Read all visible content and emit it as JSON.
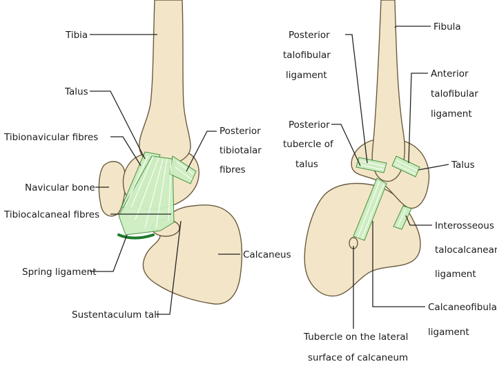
{
  "left_labels": {
    "tibia": "Tibia",
    "talus": "Talus",
    "tibionavicular": "Tibionavicular fibres",
    "navicular": "Navicular bone",
    "tibiocalcaneal": "Tibiocalcaneal fibres",
    "spring": "Spring ligament",
    "sustentaculum": "Sustentaculum tali",
    "posterior_tibiotalar": [
      "Posterior",
      "tibiotalar",
      "fibres"
    ],
    "calcaneus": "Calcaneus"
  },
  "right_labels": {
    "posterior_talofibular": [
      "Posterior",
      "talofibular",
      "ligament"
    ],
    "posterior_tubercle": [
      "Posterior",
      "tubercle of",
      "talus"
    ],
    "fibula": "Fibula",
    "anterior_talofibular": [
      "Anterior",
      "talofibular",
      "ligament"
    ],
    "talus": "Talus",
    "interosseous": [
      "Interosseous",
      "talocalcanean",
      "ligament"
    ],
    "calcaneofibular": [
      "Calcaneofibular",
      "ligament"
    ],
    "tubercle_lateral": [
      "Tubercle on the lateral",
      "surface of calcaneum"
    ]
  },
  "colors": {
    "bone": "#f3e6c8",
    "bone_outline": "#6b5a3e",
    "ligament": "#cdeec1",
    "ligament_outline": "#3f8e3a",
    "spring_ligament": "#1c7a2a"
  }
}
